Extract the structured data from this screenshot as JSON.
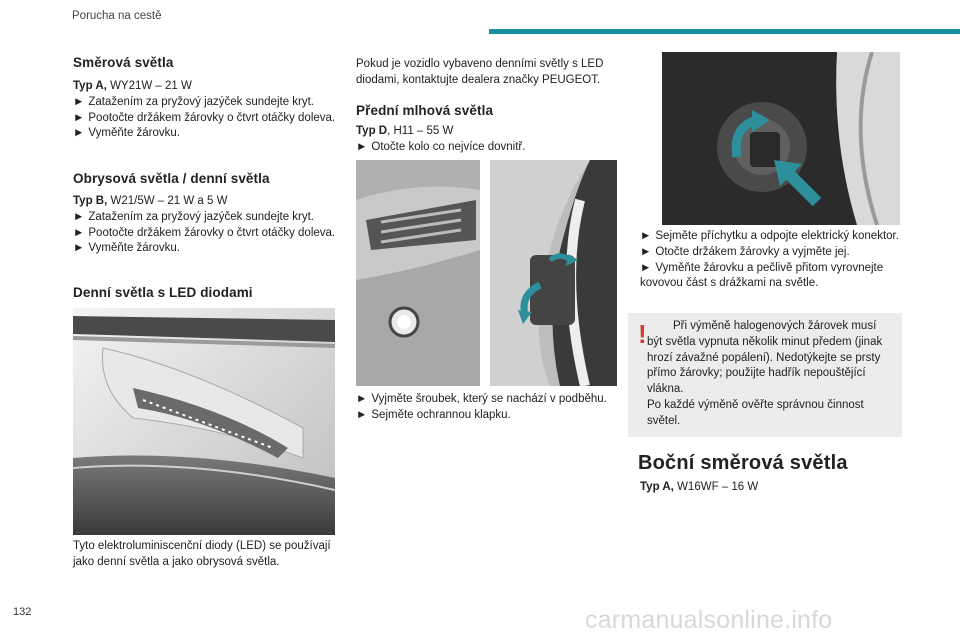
{
  "header": {
    "section": "Porucha na cestě"
  },
  "page_number": "132",
  "watermark": "carmanualsonline.info",
  "col1": {
    "s1": {
      "title": "Směrová světla",
      "type_bold": "Typ A,",
      "type_rest": " WY21W – 21 W",
      "step1": "Zatažením za pryžový jazýček sundejte kryt.",
      "step2": "Pootočte držákem žárovky o čtvrt otáčky doleva.",
      "step3": "Vyměňte žárovku."
    },
    "s2": {
      "title": "Obrysová světla / denní světla",
      "type_bold": "Typ B,",
      "type_rest": " W21/5W – 21 W a 5 W",
      "step1": "Zatažením za pryžový jazýček sundejte kryt.",
      "step2": "Pootočte držákem žárovky o čtvrt otáčky doleva.",
      "step3": "Vyměňte žárovku."
    },
    "s3": {
      "title": "Denní světla s LED diodami",
      "caption": "Tyto elektroluminiscenční diody (LED) se používají jako denní světla a jako obrysová světla."
    }
  },
  "col2": {
    "intro": "Pokud je vozidlo vybaveno denními světly s LED diodami, kontaktujte dealera značky PEUGEOT.",
    "s4": {
      "title": "Přední mlhová světla",
      "type_bold": "Typ D",
      "type_rest": ", H11 – 55 W",
      "step1": "Otočte kolo co nejvíce dovnitř."
    },
    "step_a": "Vyjměte šroubek, který se nachází v podběhu.",
    "step_b": "Sejměte ochrannou klapku."
  },
  "col3": {
    "step1": "Sejměte příchytku a odpojte elektrický konektor.",
    "step2": "Otočte držákem žárovky a vyjměte jej.",
    "step3": "Vyměňte žárovku a pečlivě přitom vyrovnejte kovovou část s drážkami na světle.",
    "warning_icon": "!",
    "warning_p1": "Při výměně halogenových žárovek musí být světla vypnuta několik minut předem (jinak hrozí závažné popálení). Nedotýkejte se prsty přímo žárovky; použijte hadřík nepouštějící vlákna.",
    "warning_p2": "Po každé výměně ověřte správnou činnost světel.",
    "s5": {
      "title": "Boční směrová světla",
      "type_bold": "Typ A,",
      "type_rest": " W16WF – 16 W"
    }
  },
  "bullet": "►",
  "colors": {
    "accent": "#1a8f9e",
    "warning": "#d63a2f",
    "warning_bg": "#ececec",
    "arrow": "#2d8f9c"
  }
}
